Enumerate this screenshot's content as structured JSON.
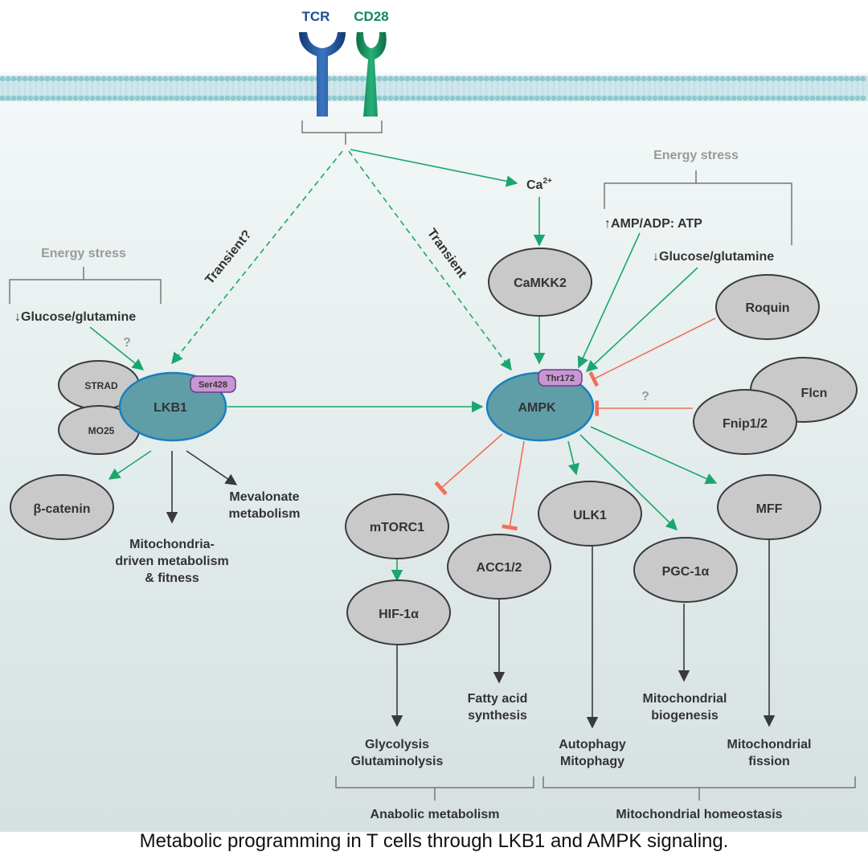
{
  "receptors": {
    "tcr": "TCR",
    "cd28": "CD28"
  },
  "labels": {
    "energy_stress_left": "Energy stress",
    "glucose_left": "↓Glucose/glutamine",
    "question_left": "?",
    "transient_q": "Transient?",
    "transient": "Transient",
    "ca": "Ca",
    "ca_sup": "2+",
    "energy_stress_right": "Energy stress",
    "amp_atp": "↑AMP/ADP: ATP",
    "glucose_right": "↓Glucose/glutamine",
    "question_right": "?",
    "mevalonate_1": "Mevalonate",
    "mevalonate_2": "metabolism",
    "mito_1": "Mitochondria-",
    "mito_2": "driven metabolism",
    "mito_3": "& fitness",
    "glycolysis_1": "Glycolysis",
    "glycolysis_2": "Glutaminolysis",
    "fatty_1": "Fatty acid",
    "fatty_2": "synthesis",
    "autophagy_1": "Autophagy",
    "autophagy_2": "Mitophagy",
    "biogenesis_1": "Mitochondrial",
    "biogenesis_2": "biogenesis",
    "fission_1": "Mitochondrial",
    "fission_2": "fission",
    "anabolic": "Anabolic metabolism",
    "homeostasis": "Mitochondrial homeostasis"
  },
  "nodes": {
    "camkk2": "CaMKK2",
    "strad": "STRAD",
    "mo25": "MO25",
    "lkb1": "LKB1",
    "ser428": "Ser428",
    "ampk": "AMPK",
    "thr172": "Thr172",
    "roquin": "Roquin",
    "flcn": "Flcn",
    "fnip": "Fnip1/2",
    "beta_catenin": "β-catenin",
    "mtorc1": "mTORC1",
    "acc": "ACC1/2",
    "ulk1": "ULK1",
    "pgc": "PGC-1α",
    "mff": "MFF",
    "hif": "HIF-1α"
  },
  "caption": "Metabolic programming in T cells through LKB1 and AMPK signaling.",
  "colors": {
    "activation": "#1aa66e",
    "inhibition": "#f0705a",
    "neutral": "#3a3a3a",
    "node_fill": "#c9c9c9",
    "kinase_fill": "#5f9ea6",
    "kinase_stroke": "#1a7fc0",
    "site_fill": "#c896d2",
    "tcr": "#1d4f8f",
    "cd28": "#138a5a"
  }
}
